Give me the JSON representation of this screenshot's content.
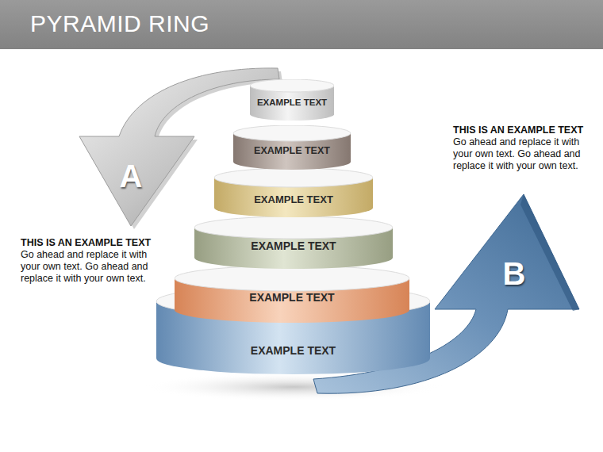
{
  "diagram": {
    "title": "PYRAMID RING",
    "nodes": [
      {
        "text": [
          "EXAMPLE TEXT"
        ]
      },
      {
        "text": [
          "EXAMPLE TEXT"
        ]
      },
      {
        "text": [
          "EXAMPLE TEXT"
        ]
      },
      {
        "text": [
          "EXAMPLE TEXT"
        ]
      },
      {
        "text": [
          "EXAMPLE TEXT"
        ]
      },
      {
        "text": [
          "EXAMPLE TEXT"
        ]
      },
      {
        "text": [
          "A"
        ]
      },
      {
        "text": [
          "B"
        ]
      }
    ],
    "labels": [
      "THIS IS AN EXAMPLE TEXT",
      "Go ahead and replace it with your own text. Go ahead and replace it with your own text.",
      "THIS IS AN EXAMPLE TEXT",
      "Go ahead and replace it with your own text. Go ahead and replace it with your own text."
    ]
  }
}
